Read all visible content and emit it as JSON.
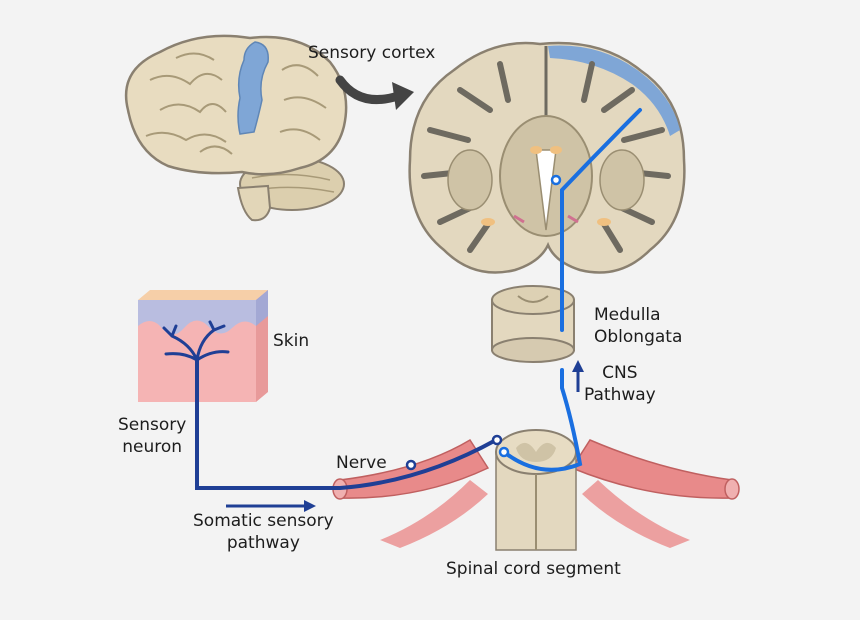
{
  "labels": {
    "sensory_cortex": "Sensory cortex",
    "medulla_line1": "Medulla",
    "medulla_line2": "Oblongata",
    "cns_line1": "CNS",
    "cns_line2": "Pathway",
    "skin": "Skin",
    "sensory_neuron_line1": "Sensory",
    "sensory_neuron_line2": "neuron",
    "nerve": "Nerve",
    "somatic_line1": "Somatic sensory",
    "somatic_line2": "pathway",
    "spinal_cord_segment": "Spinal cord segment"
  },
  "colors": {
    "background": "#f3f3f3",
    "brain_tissue": "#e8dcc0",
    "brain_outline": "#8a8070",
    "cortex_highlight": "#7fa6d6",
    "sensory_neuron": "#1f3f95",
    "cns_pathway": "#1a6fe0",
    "nerve_muscle": "#e88a8a",
    "skin_surface": "#f2c0a8",
    "skin_dermis": "#f5b4b4",
    "skin_epidermis": "#b9bde0",
    "arrow_dark": "#444444"
  }
}
